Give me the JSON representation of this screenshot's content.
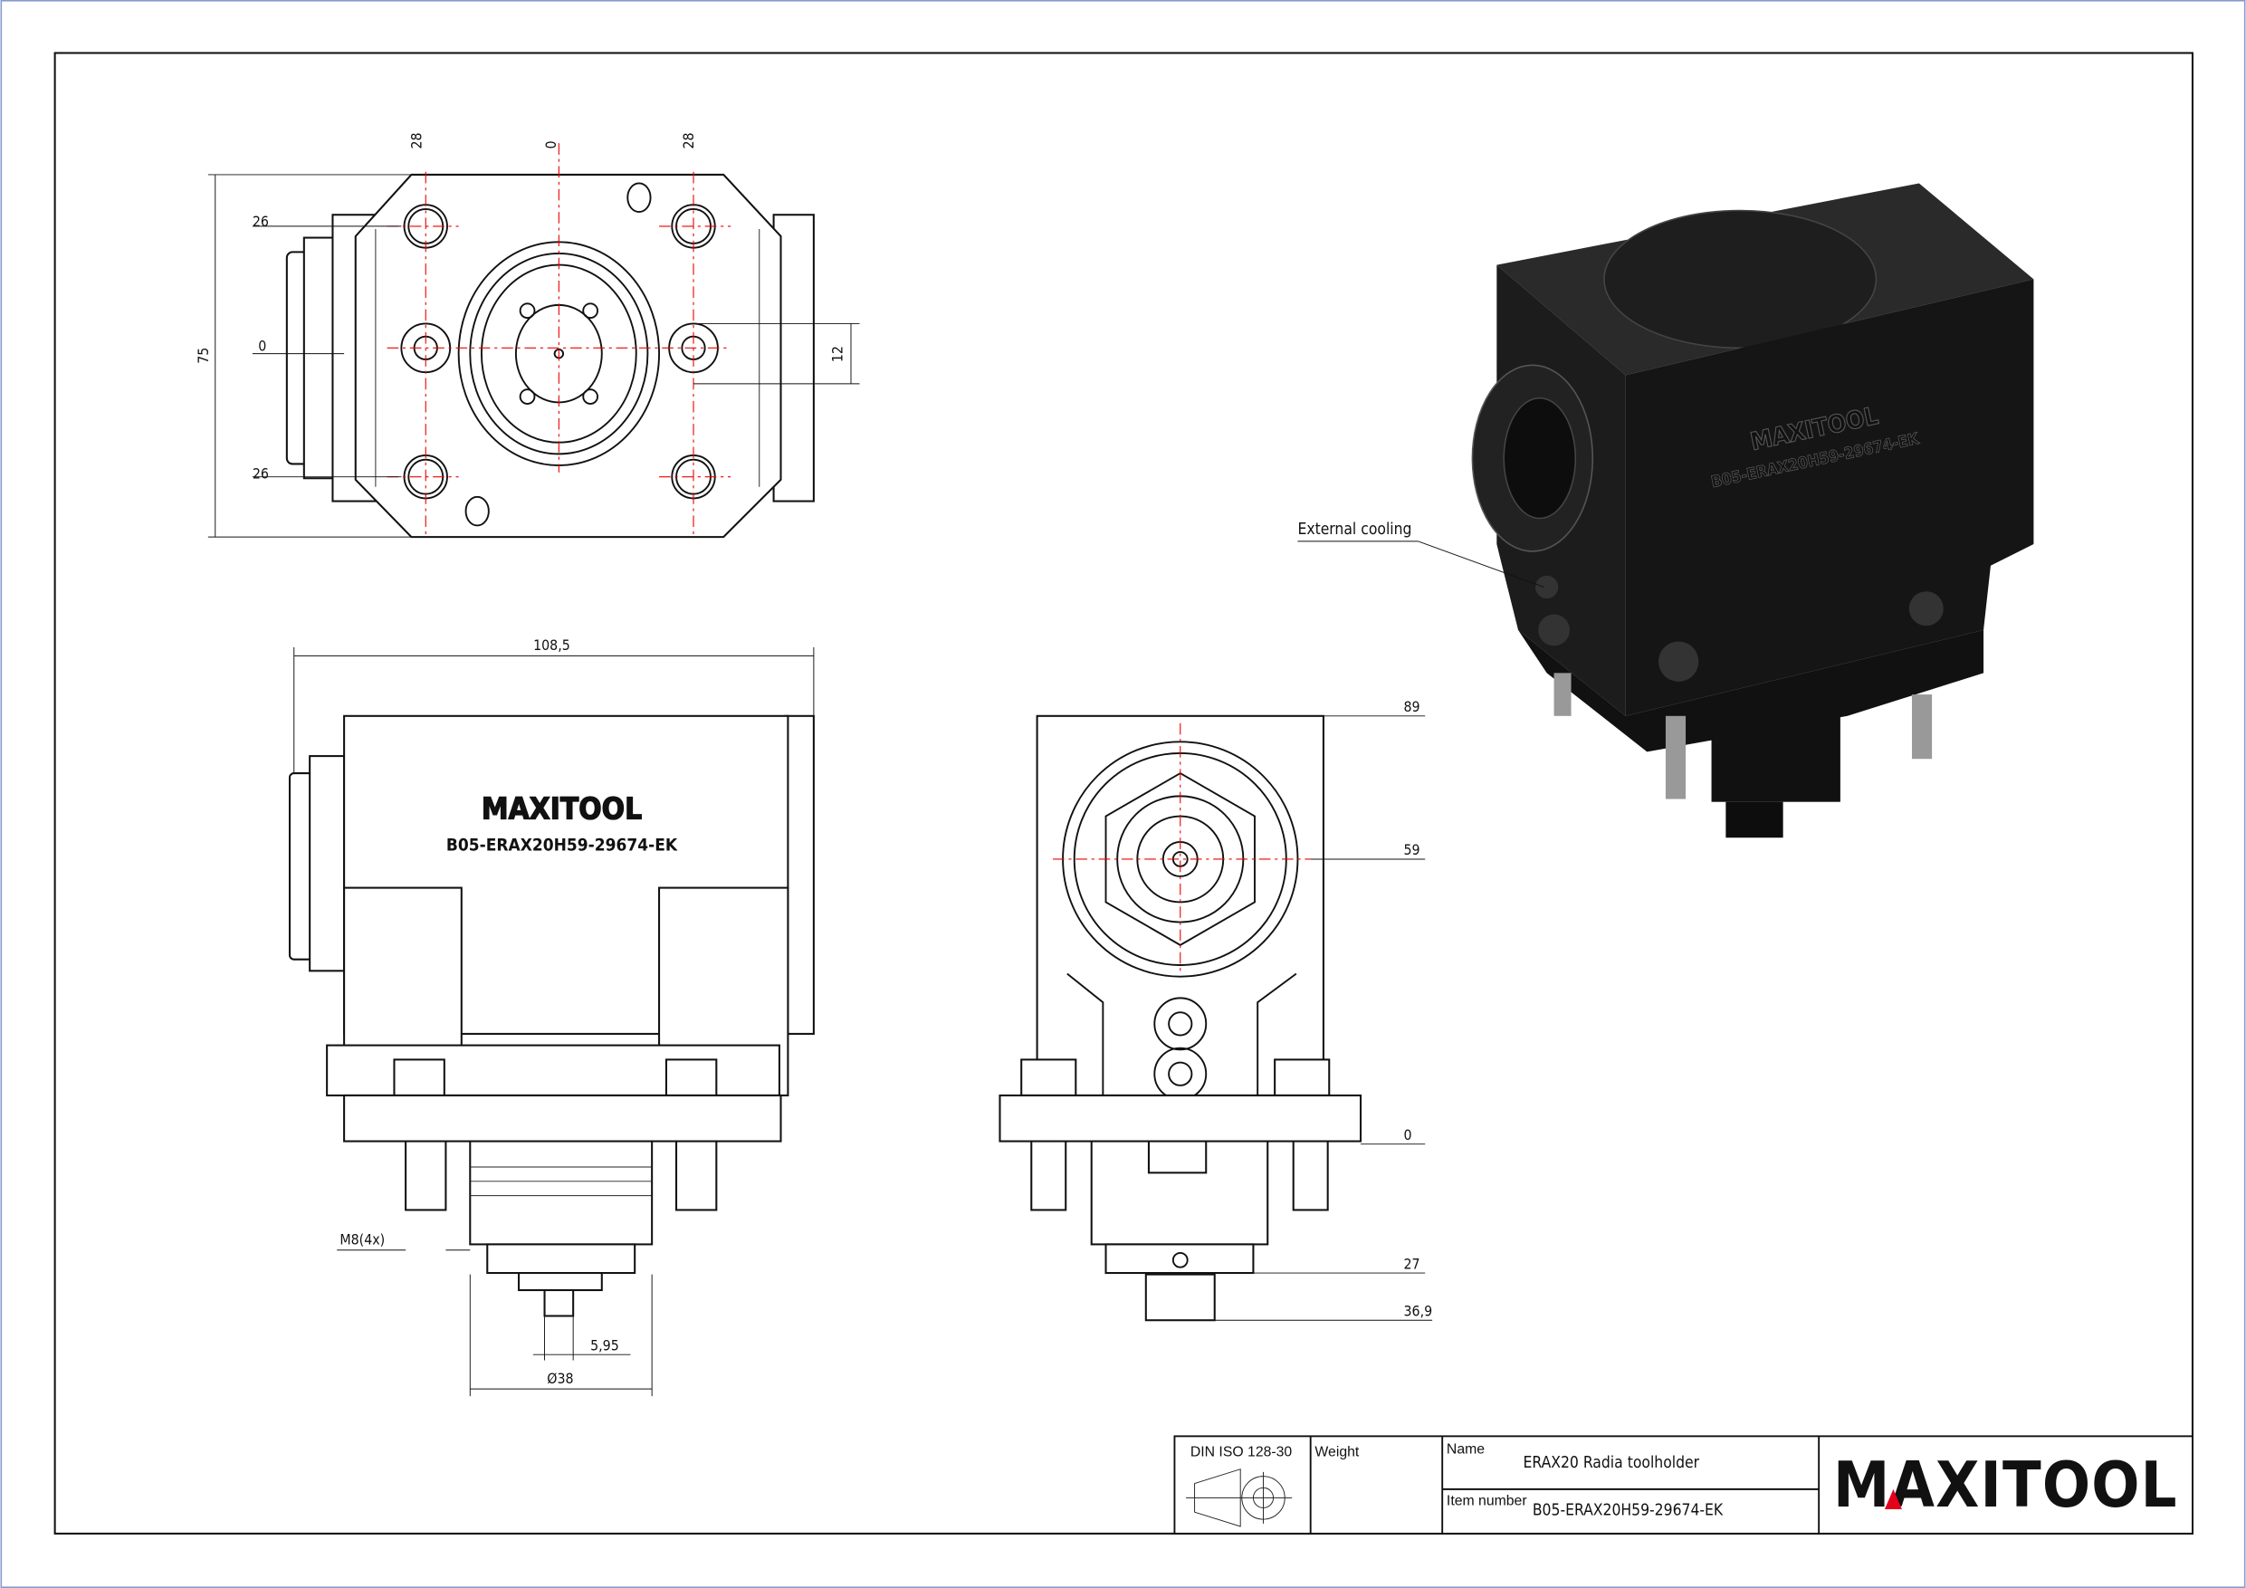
{
  "top_view": {
    "dims": {
      "x_left": "28",
      "x_center": "0",
      "x_right": "28",
      "y_top": "26",
      "y_zero": "0",
      "y_bottom": "26",
      "height": "75",
      "offset": "12"
    }
  },
  "front_view": {
    "brand_engraving": "MAXITOOL",
    "part_engraving": "B05-ERAX20H59-29674-EK",
    "dims": {
      "width": "108,5",
      "thread": "M8(4x)",
      "key": "5,95",
      "diameter": "Ø38"
    }
  },
  "side_view": {
    "dims": {
      "h89": "89",
      "h59": "59",
      "h0": "0",
      "h27": "27",
      "h36_9": "36,9"
    }
  },
  "iso_view": {
    "callout": "External cooling",
    "brand_engraving": "MAXITOOL",
    "part_engraving": "B05-ERAX20H59-29674-EK"
  },
  "title_block": {
    "standard": "DIN ISO 128-30",
    "weight_label": "Weight",
    "name_label": "Name",
    "name_value": "ERAX20 Radia toolholder",
    "item_label": "Item number",
    "item_value": "B05-ERAX20H59-29674-EK",
    "logo": "MAXITOOL",
    "colors": {
      "accent": "#e3001b",
      "ink": "#111111"
    }
  }
}
